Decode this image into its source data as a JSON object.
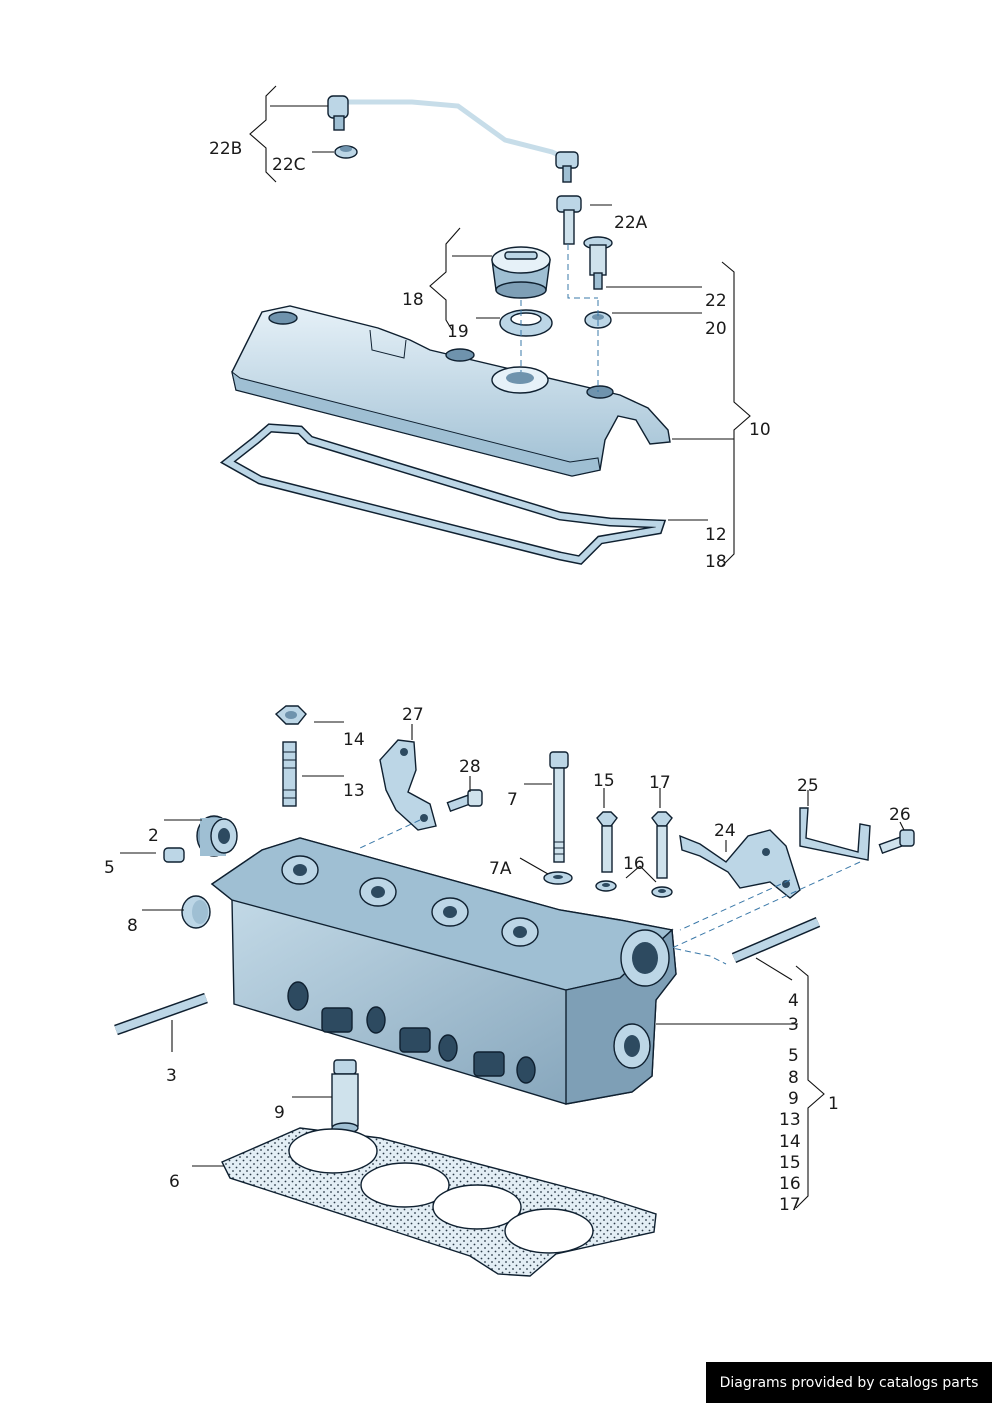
{
  "colors": {
    "part_fill": "#bcd6e6",
    "part_dark": "#6f93ad",
    "part_light": "#e6f1f8",
    "line": "#0f2030",
    "gasket_dot": "#2a3a48",
    "footer_bg": "#000000",
    "footer_text": "#ffffff"
  },
  "callouts": {
    "c22B": "22B",
    "c22C": "22C",
    "c22A": "22A",
    "c18a": "18",
    "c19": "19",
    "c22": "22",
    "c20": "20",
    "c10": "10",
    "c12": "12",
    "c18b": "18",
    "c14a": "14",
    "c27": "27",
    "c28": "28",
    "c13a": "13",
    "c7": "7",
    "c15a": "15",
    "c17a": "17",
    "c25": "25",
    "c26": "26",
    "c24": "24",
    "c2": "2",
    "c5a": "5",
    "c7A": "7A",
    "c16a": "16",
    "c8a": "8",
    "c4": "4",
    "c3a": "3",
    "c3b": "3",
    "c1": "1",
    "c9a": "9",
    "c6": "6",
    "c5b": "5",
    "c8b": "8",
    "c9b": "9",
    "c13b": "13",
    "c14b": "14",
    "c15b": "15",
    "c16b": "16",
    "c17b": "17"
  },
  "footer": {
    "text": "Diagrams provided by catalogs parts"
  }
}
